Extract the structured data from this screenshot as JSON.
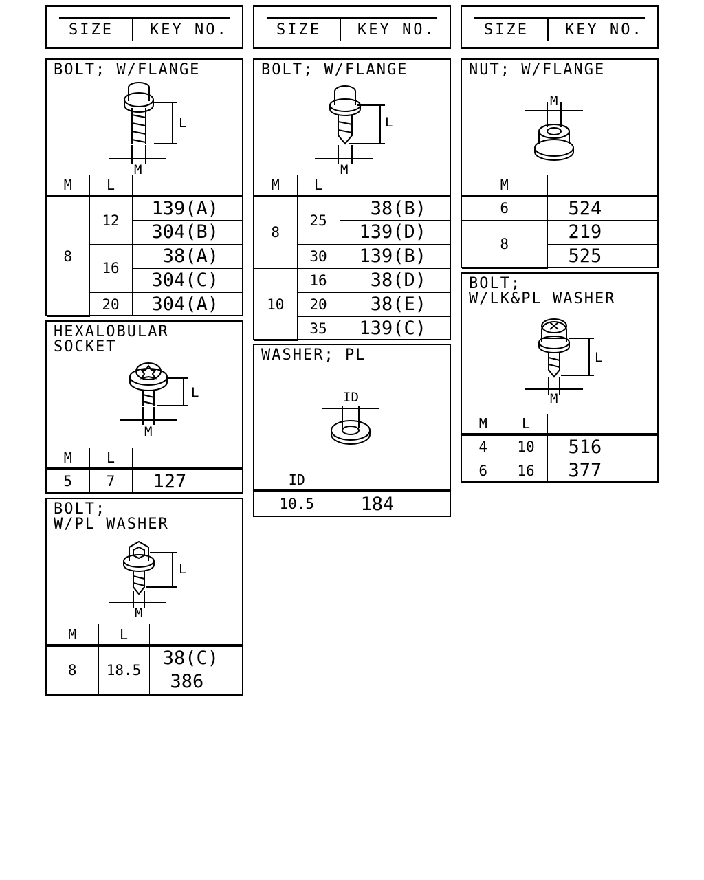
{
  "headers": [
    {
      "size": "SIZE",
      "key": "KEY NO."
    },
    {
      "size": "SIZE",
      "key": "KEY NO."
    },
    {
      "size": "SIZE",
      "key": "KEY NO."
    }
  ],
  "bolt_flange_1": {
    "title": "BOLT; W/FLANGE",
    "dim_l": "L",
    "dim_m": "M",
    "col_m": "M",
    "col_l": "L",
    "m": "8",
    "l": [
      "12",
      "16",
      "20"
    ],
    "keys": [
      "139(A)",
      "304(B)",
      "38(A)",
      "304(C)",
      "304(A)"
    ]
  },
  "hexalobular": {
    "title": "HEXALOBULAR\nSOCKET",
    "dim_l": "L",
    "dim_m": "M",
    "col_m": "M",
    "col_l": "L",
    "m": "5",
    "l": "7",
    "key": "127"
  },
  "bolt_pl_washer": {
    "title": "BOLT;\nW/PL WASHER",
    "dim_l": "L",
    "dim_m": "M",
    "col_m": "M",
    "col_l": "L",
    "m": "8",
    "l": "18.5",
    "keys": [
      "38(C)",
      "386"
    ]
  },
  "bolt_flange_2": {
    "title": "BOLT; W/FLANGE",
    "dim_l": "L",
    "dim_m": "M",
    "col_m": "M",
    "col_l": "L",
    "m": [
      "8",
      "10"
    ],
    "l": [
      "25",
      "30",
      "16",
      "20",
      "35"
    ],
    "keys": [
      "38(B)",
      "139(D)",
      "139(B)",
      "38(D)",
      "38(E)",
      "139(C)"
    ]
  },
  "washer_pl": {
    "title": "WASHER; PL",
    "dim_id": "ID",
    "col_id": "ID",
    "id": "10.5",
    "key": "184"
  },
  "nut_flange": {
    "title": "NUT; W/FLANGE",
    "dim_m": "M",
    "col_m": "M",
    "m": [
      "6",
      "8"
    ],
    "keys": [
      "524",
      "219",
      "525"
    ]
  },
  "bolt_lk_pl": {
    "title": "BOLT;\nW/LK&PL WASHER",
    "dim_l": "L",
    "dim_m": "M",
    "col_m": "M",
    "col_l": "L",
    "rows": [
      {
        "m": "4",
        "l": "10",
        "key": "516"
      },
      {
        "m": "6",
        "l": "16",
        "key": "377"
      }
    ]
  }
}
